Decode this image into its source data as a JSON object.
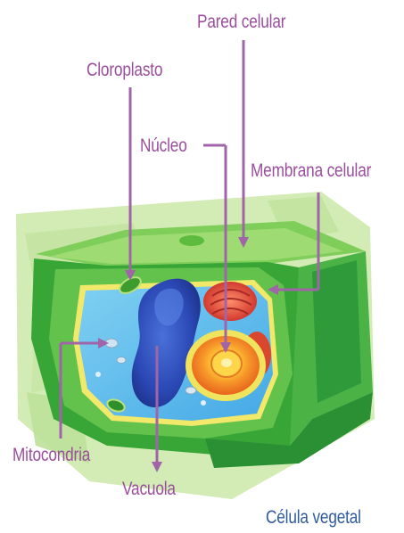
{
  "diagram": {
    "caption": "Célula vegetal",
    "labels": {
      "pared_celular": "Pared celular",
      "cloroplasto": "Cloroplasto",
      "nucleo": "Núcleo",
      "membrana_celular": "Membrana celular",
      "mitocondria": "Mitocondria",
      "vacuola": "Vacuola"
    },
    "colors": {
      "label_text": "#9b4d9d",
      "leader_line": "#a064a8",
      "caption_text": "#2f5aa0"
    }
  }
}
